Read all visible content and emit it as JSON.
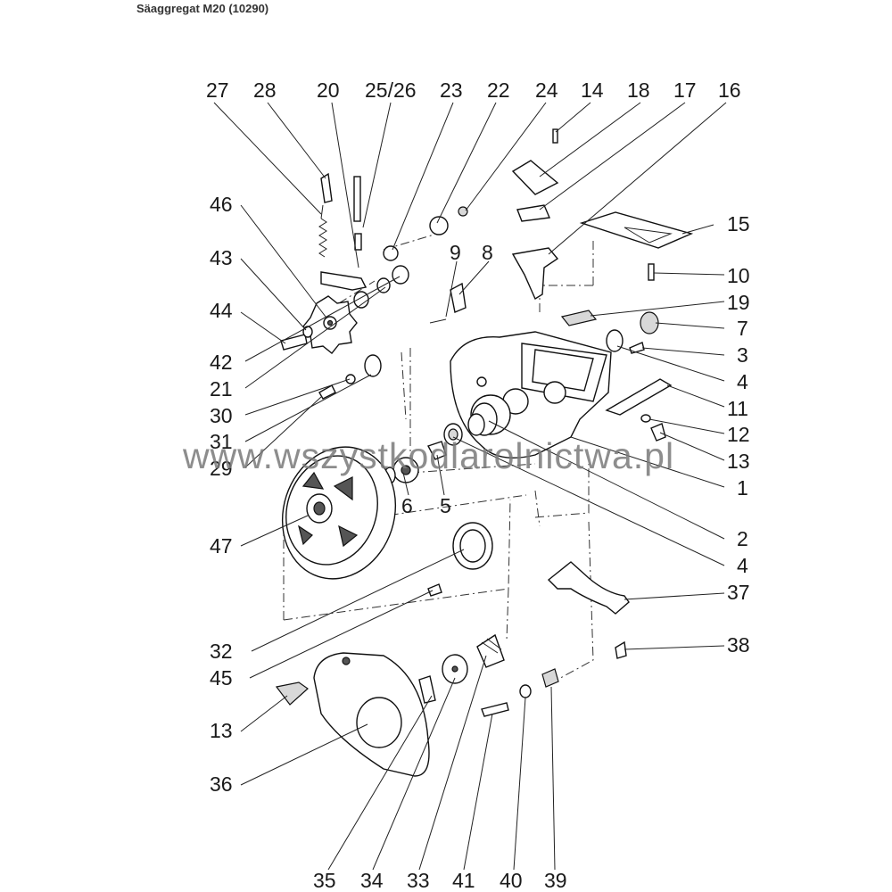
{
  "title": "Säaggregat M20 (10290)",
  "watermark": "www.wszystkodlarolnictwa.pl",
  "callouts": {
    "top_row": [
      "27",
      "28",
      "20",
      "25/26",
      "23",
      "22",
      "24",
      "14",
      "18",
      "17",
      "16"
    ],
    "left_column": [
      "46",
      "43",
      "44",
      "42",
      "21",
      "30",
      "31",
      "29",
      "47",
      "32",
      "45",
      "13",
      "36"
    ],
    "right_column": [
      "15",
      "10",
      "19",
      "7",
      "3",
      "4",
      "11",
      "12",
      "13",
      "1",
      "2",
      "4",
      "37",
      "38"
    ],
    "center": [
      "9",
      "8",
      "6",
      "5"
    ],
    "bottom_row": [
      "35",
      "34",
      "33",
      "41",
      "40",
      "39"
    ]
  }
}
